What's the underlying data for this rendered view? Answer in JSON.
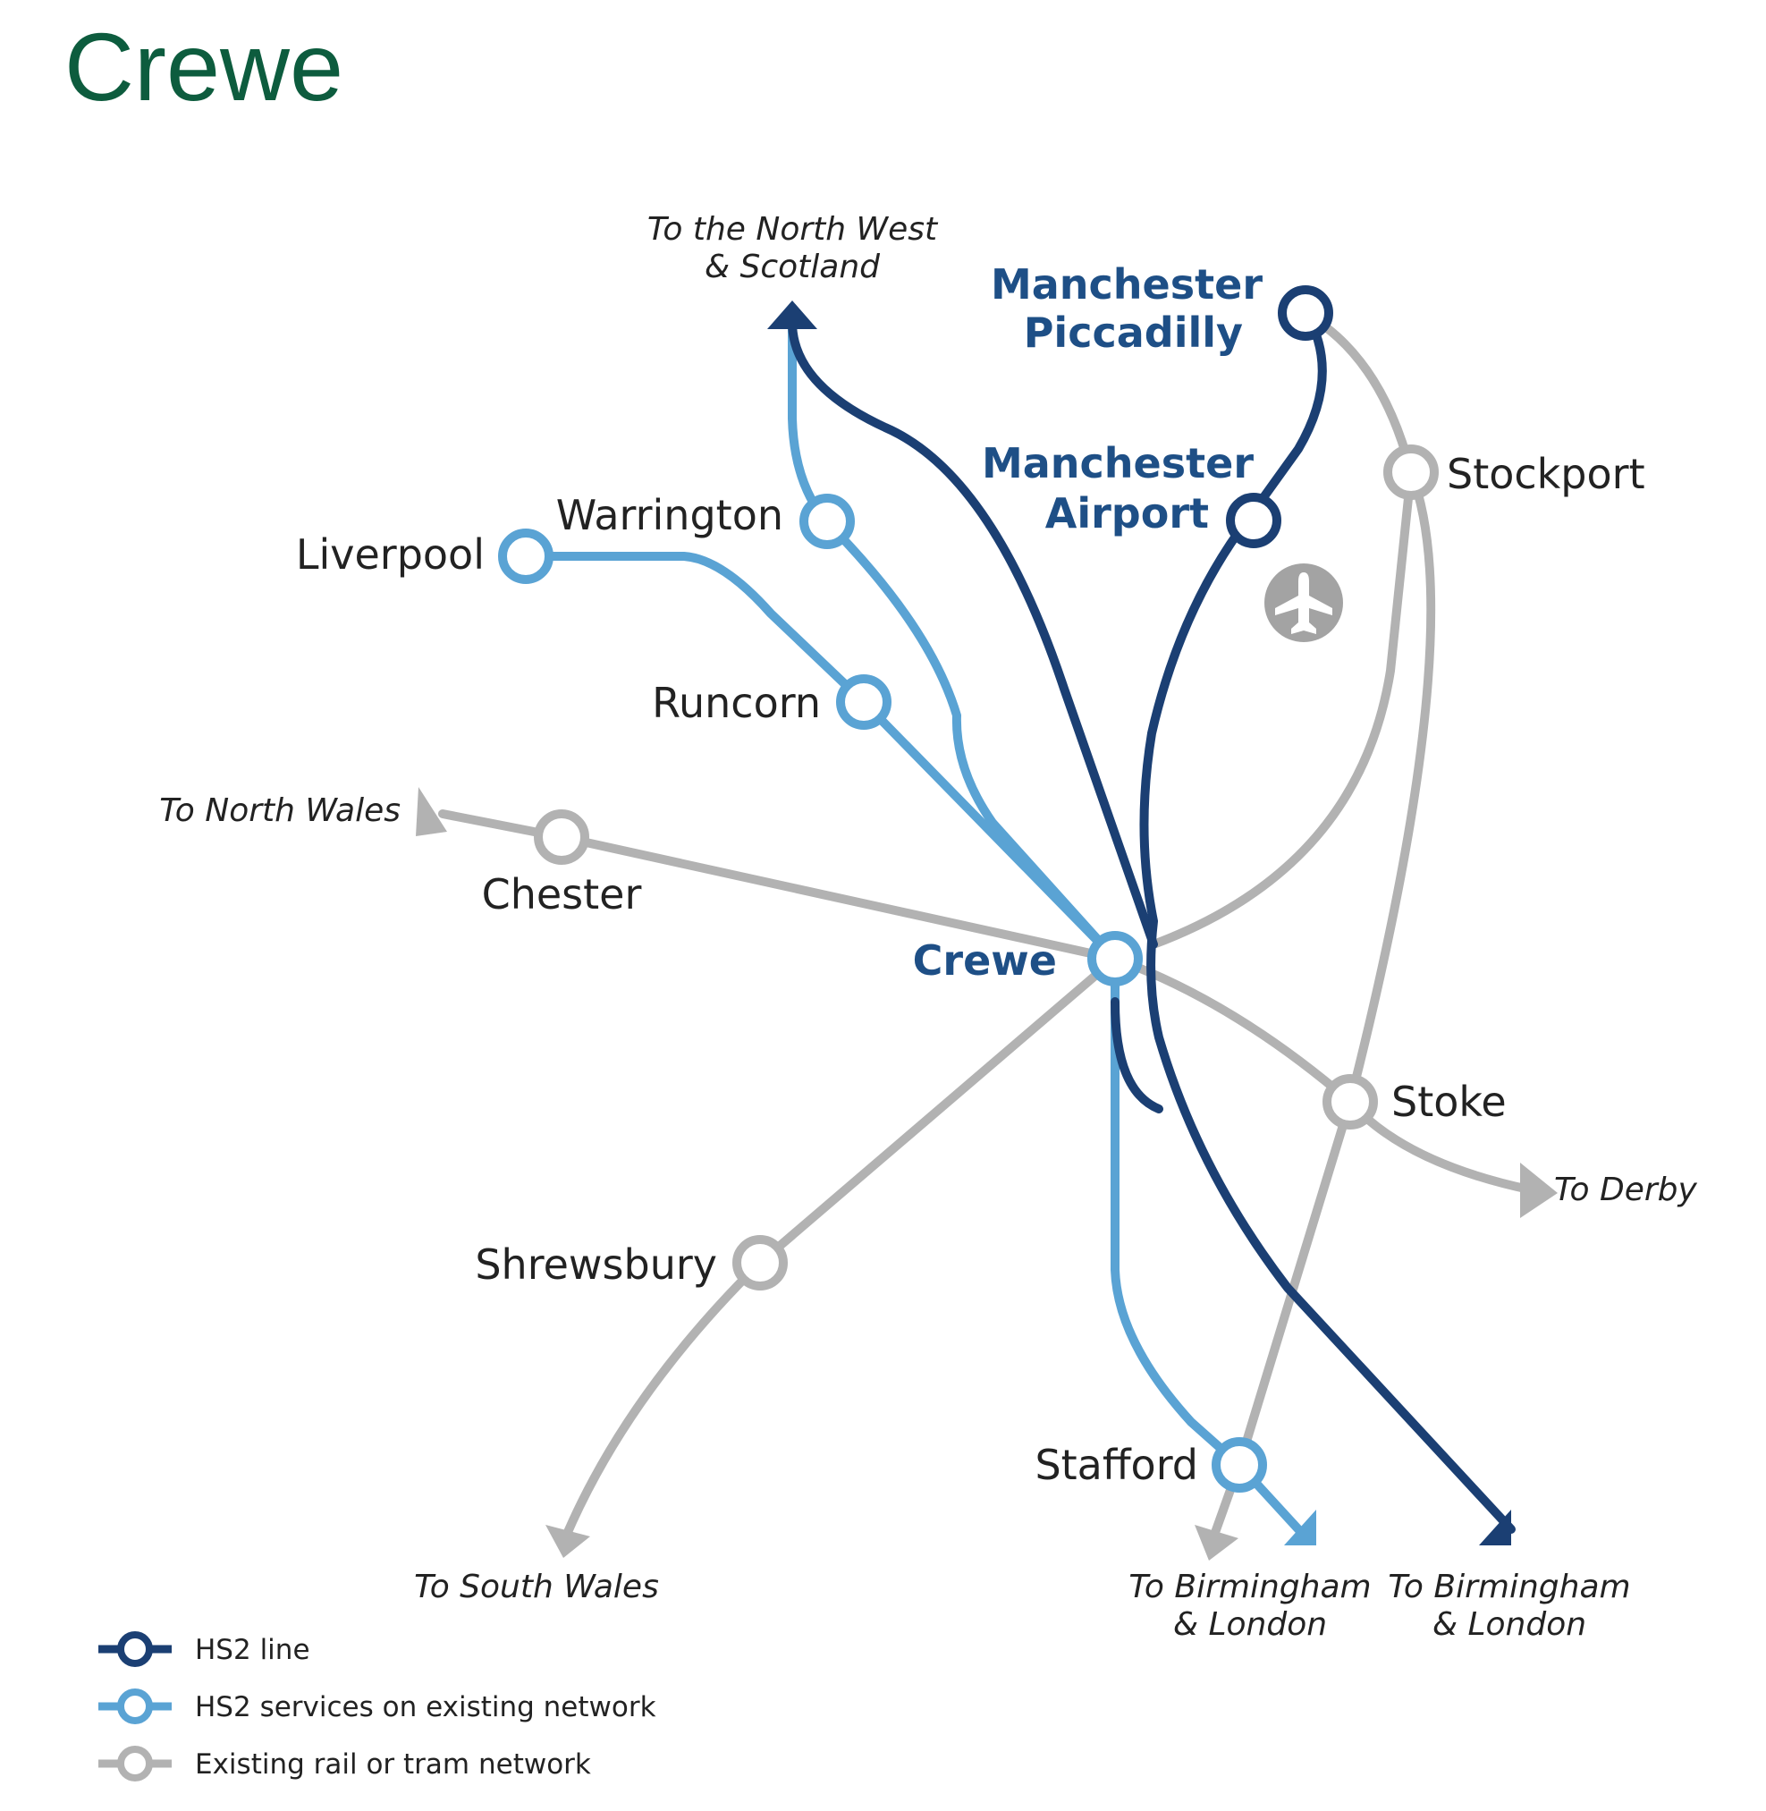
{
  "title": "Crewe",
  "colors": {
    "title": "#0d5c3e",
    "hs2_line": "#1b3f73",
    "hs2_services": "#5aa3d4",
    "existing": "#b2b2b2",
    "hs2_label": "#1e4f86",
    "airport_icon": "#a3a3a3"
  },
  "stations": {
    "crewe": "Crewe",
    "liverpool": "Liverpool",
    "warrington": "Warrington",
    "runcorn": "Runcorn",
    "chester": "Chester",
    "shrewsbury": "Shrewsbury",
    "stoke": "Stoke",
    "stockport": "Stockport",
    "stafford": "Stafford",
    "manchester_piccadilly": [
      "Manchester",
      "Piccadilly"
    ],
    "manchester_airport": [
      "Manchester",
      "Airport"
    ]
  },
  "destinations": {
    "north_west": [
      "To the North West",
      "& Scotland"
    ],
    "north_wales": "To North Wales",
    "south_wales": "To South Wales",
    "derby": "To Derby",
    "birmingham_services": [
      "To Birmingham",
      "& London"
    ],
    "birmingham_hs2": [
      "To Birmingham",
      "& London"
    ]
  },
  "icons": {
    "airport": "airplane-icon"
  },
  "legend": [
    {
      "key": "hs2_line",
      "label": "HS2 line"
    },
    {
      "key": "hs2_services",
      "label": "HS2 services on existing network"
    },
    {
      "key": "existing",
      "label": "Existing rail or tram network"
    }
  ]
}
